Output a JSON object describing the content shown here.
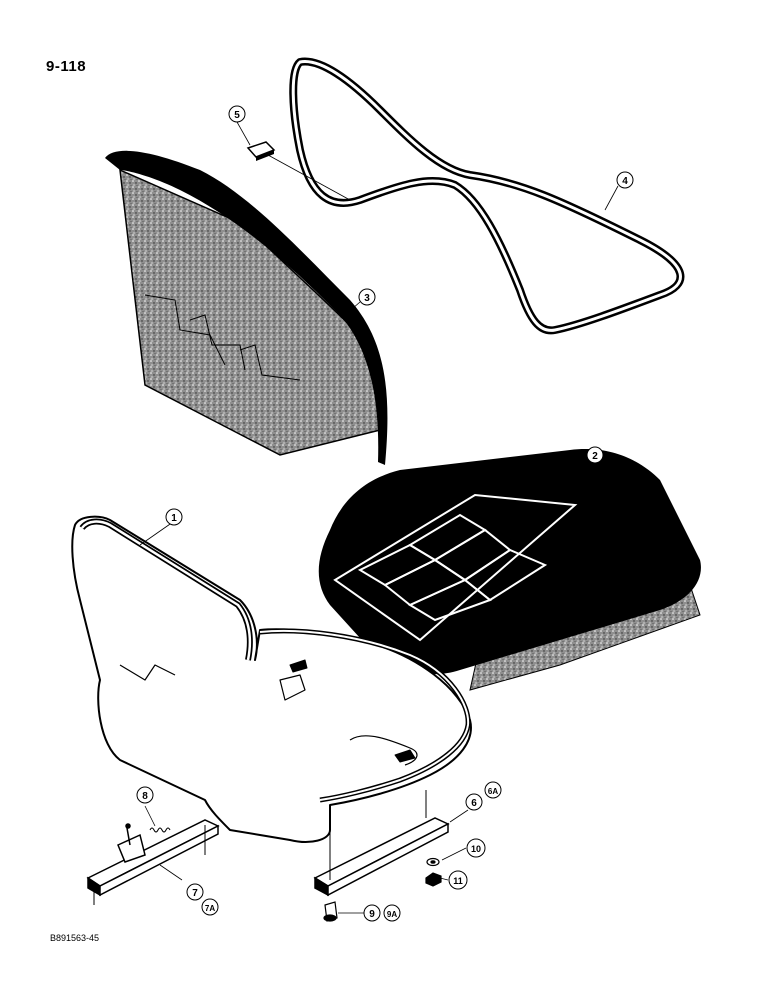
{
  "page": {
    "number": "9-118",
    "reference_code": "B891563-45"
  },
  "callouts": [
    {
      "id": "c1",
      "label": "1"
    },
    {
      "id": "c2",
      "label": "2"
    },
    {
      "id": "c3",
      "label": "3"
    },
    {
      "id": "c4",
      "label": "4"
    },
    {
      "id": "c5",
      "label": "5"
    },
    {
      "id": "c6",
      "label": "6"
    },
    {
      "id": "c6a",
      "label": "6A"
    },
    {
      "id": "c7",
      "label": "7"
    },
    {
      "id": "c7a",
      "label": "7A"
    },
    {
      "id": "c8",
      "label": "8"
    },
    {
      "id": "c9",
      "label": "9"
    },
    {
      "id": "c9a",
      "label": "9A"
    },
    {
      "id": "c10",
      "label": "10"
    },
    {
      "id": "c11",
      "label": "11"
    }
  ],
  "colors": {
    "ink": "#000000",
    "paper": "#ffffff",
    "foam": "#8a8a8a"
  }
}
